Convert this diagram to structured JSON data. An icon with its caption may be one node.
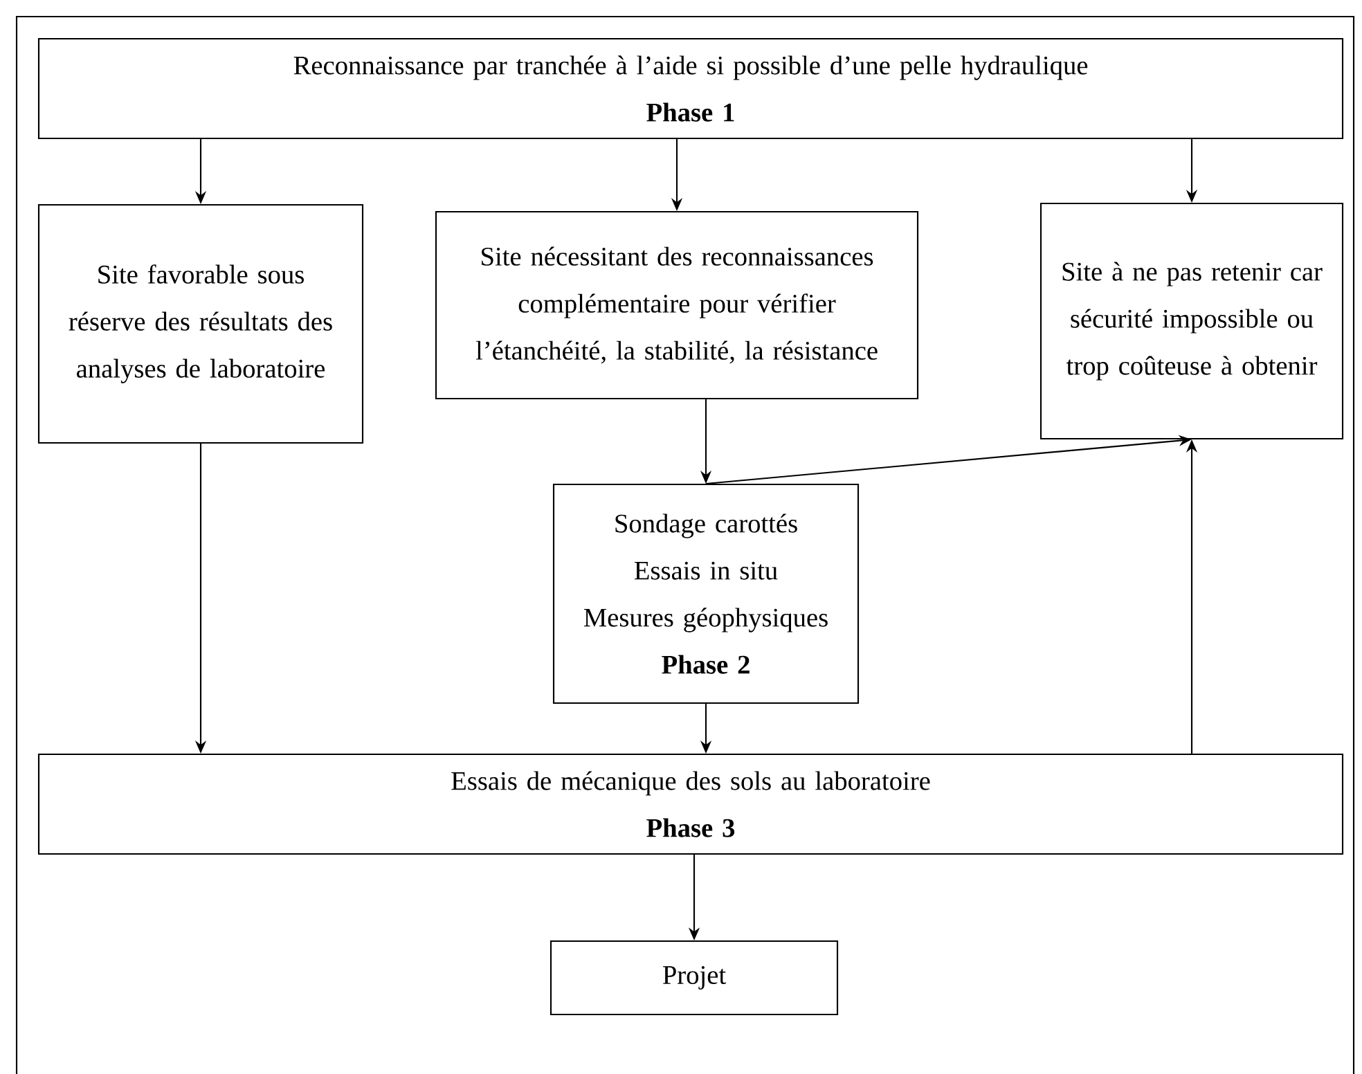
{
  "diagram": {
    "nodes": [
      {
        "text": [
          "Reconnaissance par tranchée à l’aide si possible d’une pelle hydraulique",
          "Phase 1"
        ]
      },
      {
        "text": [
          "Site favorable sous réserve des résultats des analyses de laboratoire"
        ]
      },
      {
        "text": [
          "Site nécessitant des reconnaissances complémentaire pour vérifier l’étanchéité, la stabilité, la résistance"
        ]
      },
      {
        "text": [
          "Site à ne pas retenir car sécurité impossible ou trop coûteuse à obtenir"
        ]
      },
      {
        "text": [
          "Sondage carottés",
          "Essais in situ",
          "Mesures géophysiques",
          "Phase 2"
        ]
      },
      {
        "text": [
          "Essais de mécanique des sols au laboratoire",
          "Phase 3"
        ]
      },
      {
        "text": [
          "Projet"
        ]
      }
    ],
    "edges": [
      {
        "from": 0,
        "to": 1,
        "arrow": "to"
      },
      {
        "from": 0,
        "to": 2,
        "arrow": "to"
      },
      {
        "from": 0,
        "to": 3,
        "arrow": "to"
      },
      {
        "from": 2,
        "to": 4,
        "arrow": "to"
      },
      {
        "from": 4,
        "to": 3,
        "arrow": "to"
      },
      {
        "from": 1,
        "to": 5,
        "arrow": "to"
      },
      {
        "from": 4,
        "to": 5,
        "arrow": "to"
      },
      {
        "from": 5,
        "to": 3,
        "arrow": "to"
      },
      {
        "from": 5,
        "to": 6,
        "arrow": "to"
      }
    ]
  }
}
